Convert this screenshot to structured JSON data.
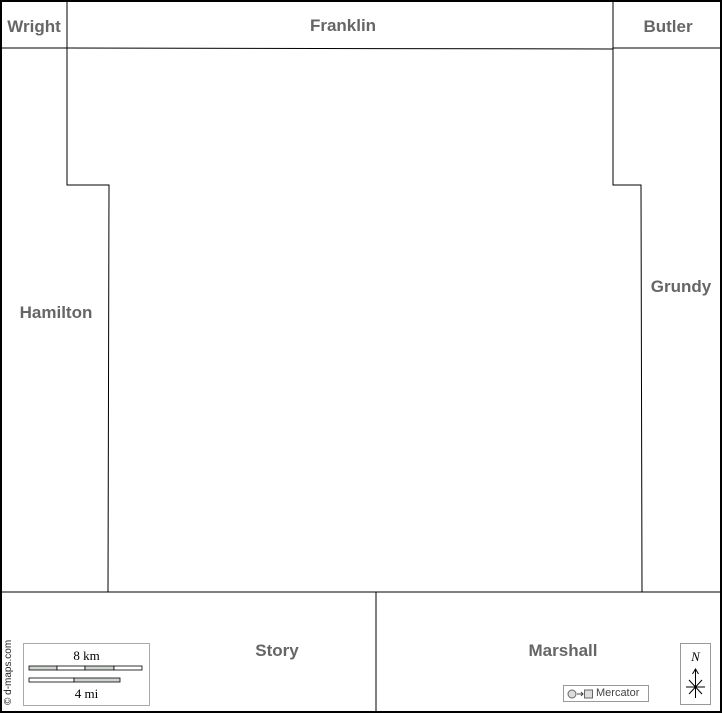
{
  "regions": {
    "wright": "Wright",
    "franklin": "Franklin",
    "butler": "Butler",
    "hamilton": "Hamilton",
    "grundy": "Grundy",
    "story": "Story",
    "marshall": "Marshall"
  },
  "scale_bar": {
    "km_label": "8 km",
    "mi_label": "4 mi"
  },
  "copyright": "© d-maps.com",
  "projection": {
    "label": "Mercator"
  },
  "compass": {
    "north_label": "N"
  },
  "colors": {
    "border": "#000000",
    "label": "#666666",
    "scale_fill": "#d0d4d0"
  }
}
